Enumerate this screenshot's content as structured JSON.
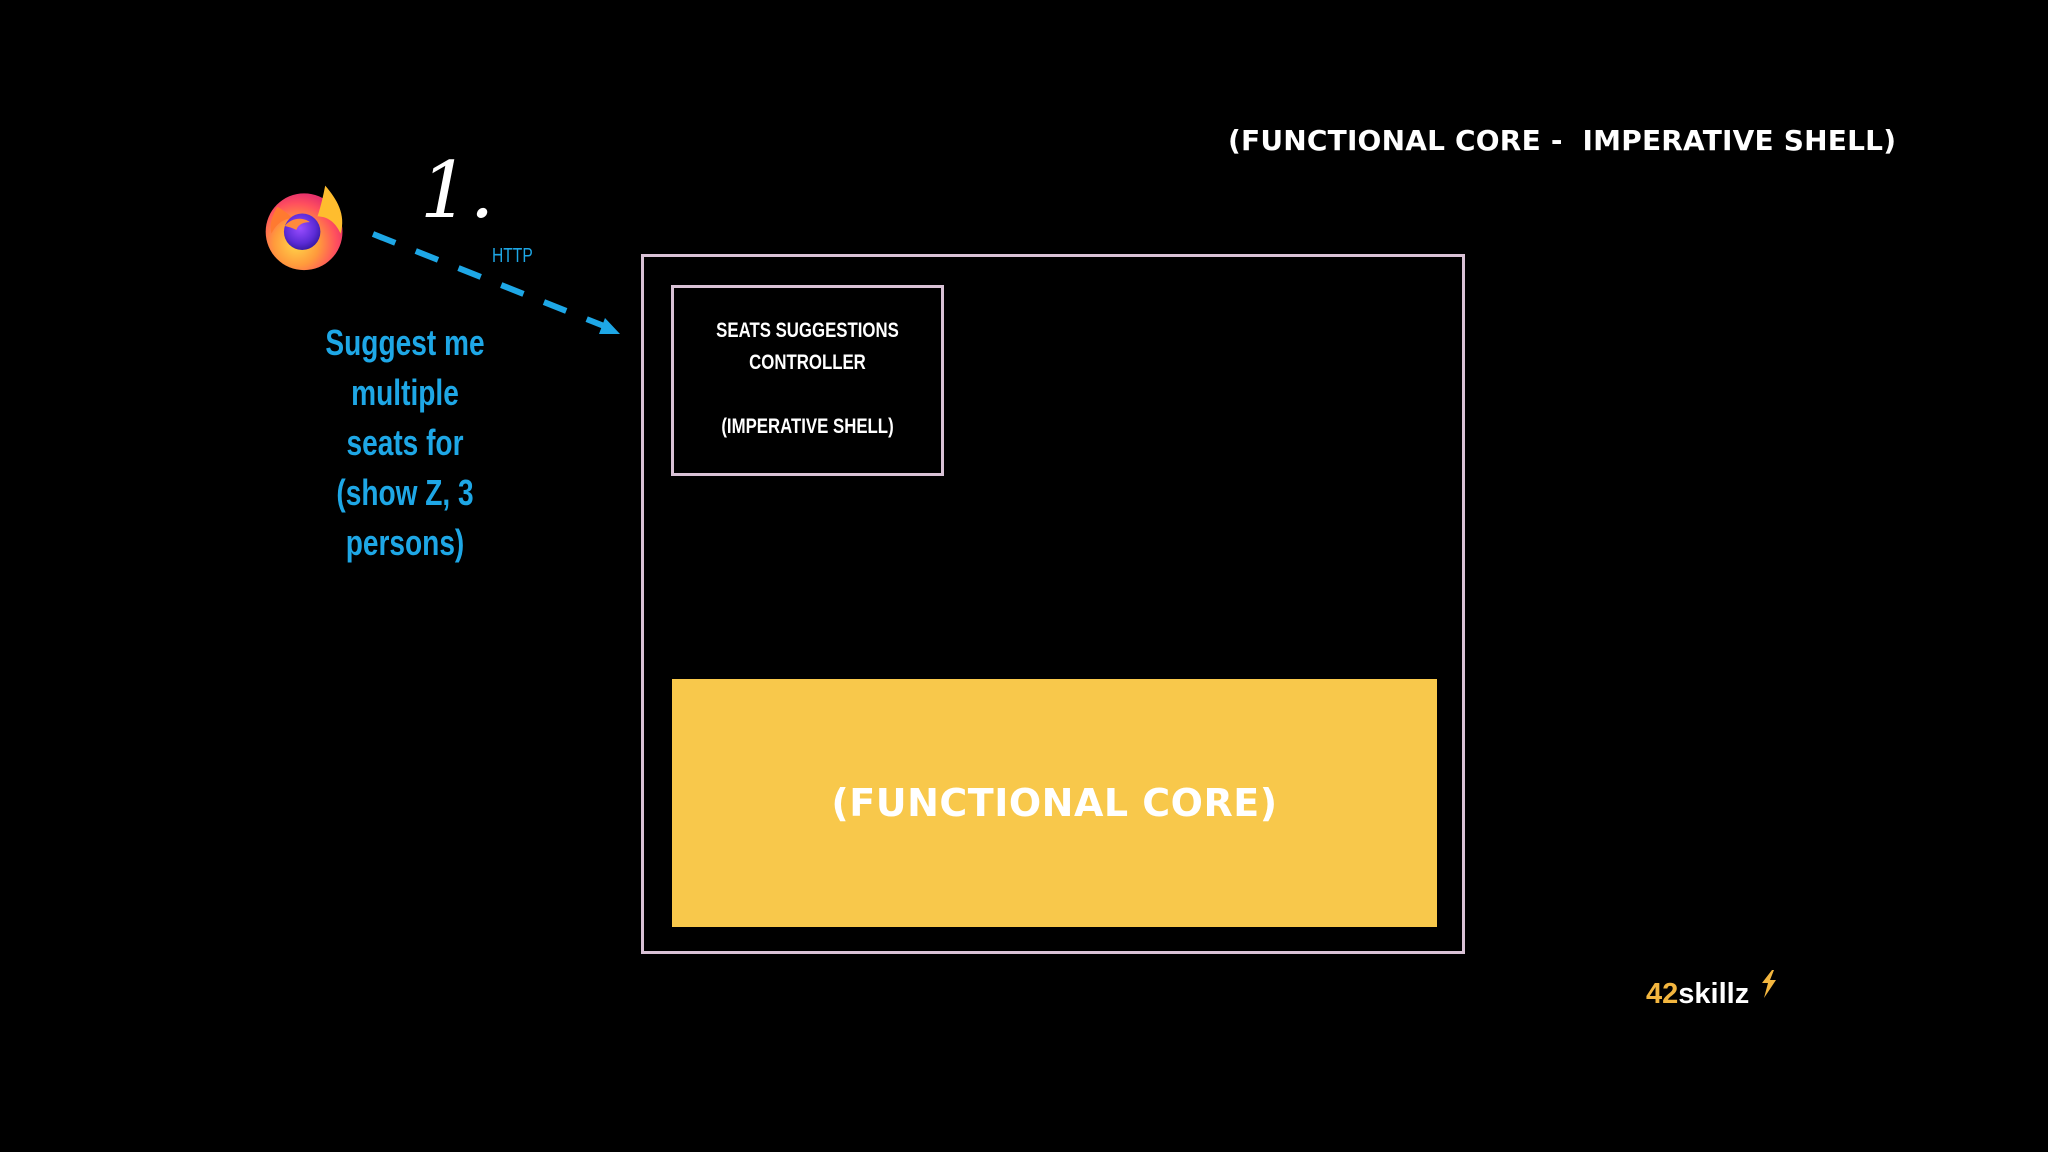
{
  "slide": {
    "title": "(FUNCTIONAL CORE -  IMPERATIVE SHELL)",
    "step_number": "1.",
    "protocol_label": "HTTP",
    "request_lines": [
      "Suggest me multiple",
      "seats for",
      "(show Z, 3 persons)"
    ]
  },
  "controller": {
    "lines": [
      "SEATS SUGGESTIONS",
      "CONTROLLER",
      "(IMPERATIVE SHELL)"
    ]
  },
  "core": {
    "label": "(FUNCTIONAL CORE)"
  },
  "brand": {
    "number": "42",
    "word": "skillz"
  },
  "colors": {
    "background": "#000000",
    "request_blue": "#1ea7e6",
    "core_yellow": "#f8c84b",
    "box_border": "#d9c2d6",
    "brand_gold": "#f3b63f"
  },
  "icons": {
    "browser": "firefox-logo",
    "brand_mark": "lightning-bolt-icon"
  }
}
